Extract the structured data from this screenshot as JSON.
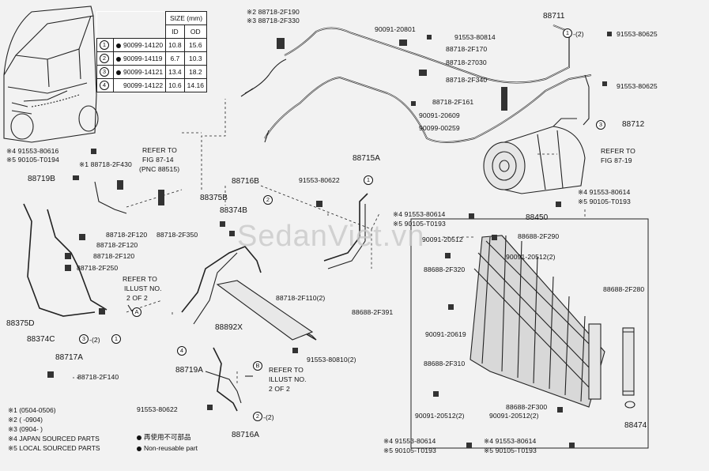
{
  "watermark": "SedanViet.vn",
  "size_table": {
    "header_size": "SIZE (mm)",
    "col_id": "ID",
    "col_od": "OD",
    "rows": [
      {
        "num": "1",
        "part": "90099-14120",
        "id": "10.8",
        "od": "15.6",
        "nonreusable": true
      },
      {
        "num": "2",
        "part": "90099-14119",
        "id": "6.7",
        "od": "10.3",
        "nonreusable": true
      },
      {
        "num": "3",
        "part": "90099-14121",
        "id": "13.4",
        "od": "18.2",
        "nonreusable": true
      },
      {
        "num": "4",
        "part": "90099-14122",
        "id": "10.6",
        "od": "14.16",
        "nonreusable": false
      }
    ]
  },
  "labels": {
    "l1": "※2 88718-2F190",
    "l2": "※3 88718-2F330",
    "l3": "88711",
    "l4": "90091-20801",
    "l5": "91553-80814",
    "l6": "88718-2F170",
    "l7": "88718-27030",
    "l8": "88718-2F340",
    "l9": "91553-80625",
    "l10": "91553-80625",
    "l11": "88718-2F161",
    "l12": "90091-20609",
    "l13": "90099-00259",
    "l14": "88712",
    "l15": "REFER TO",
    "l16": "FIG 87-19",
    "l17": "※4 91553-80616",
    "l18": "※5 90105-T0194",
    "l19": "REFER TO",
    "l20": "FIG 87-14",
    "l21": "(PNC 88515)",
    "l22": "※1 88718-2F430",
    "l23": "88719B",
    "l24": "88716B",
    "l25": "88375B",
    "l26": "88374B",
    "l27": "88715A",
    "l28": "91553-80622",
    "l29": "※4 91553-80614",
    "l30": "※5 90105-T0193",
    "l31": "※4 91553-80614",
    "l32": "※5 90105-T0193",
    "l33": "88450",
    "l34": "88688-2F290",
    "l35": "90091-20512",
    "l36": "88688-2F320",
    "l37": "90091-20512(2)",
    "l38": "88688-2F280",
    "l39": "88718-2F120",
    "l40": "88718-2F350",
    "l41": "88718-2F120",
    "l42": "88718-2F120",
    "l43": "88718-2F250",
    "l44": "REFER TO",
    "l45": "ILLUST NO.",
    "l46": "2 OF 2",
    "l47": "88375D",
    "l48": "88374C",
    "l49": "88717A",
    "l50": "88718-2F140",
    "l51": "88718-2F110(2)",
    "l52": "88688-2F391",
    "l53": "88892X",
    "l54": "91553-80810(2)",
    "l55": "88719A",
    "l56": "REFER TO",
    "l57": "ILLUST NO.",
    "l58": "2 OF 2",
    "l59": "91553-80622",
    "l60": "88716A",
    "l61": "90091-20619",
    "l62": "88688-2F310",
    "l63": "88688-2F300",
    "l64": "90091-20512(2)",
    "l65": "90091-20512(2)",
    "l66": "88474",
    "l67": "※4 91553-80614",
    "l68": "※5 90105-T0193",
    "l69": "※4 91553-80614",
    "l70": "※5 90105-T0193",
    "l71": "-(2)",
    "l72": "-(2)",
    "l73": "-(2)",
    "l74": "3",
    "l75": "1",
    "l76": "2",
    "l77": "4"
  },
  "notes": [
    "※1 (0504-0506)",
    "※2 (     -0904)",
    "※3 (0904-     )",
    "※4 JAPAN SOURCED PARTS",
    "※5 LOCAL SOURCED PARTS"
  ],
  "legend": {
    "reuse_jp": "再使用不可部品",
    "nonreusable": "Non-reusable part"
  },
  "callouts": {
    "a": "A",
    "b": "B"
  }
}
